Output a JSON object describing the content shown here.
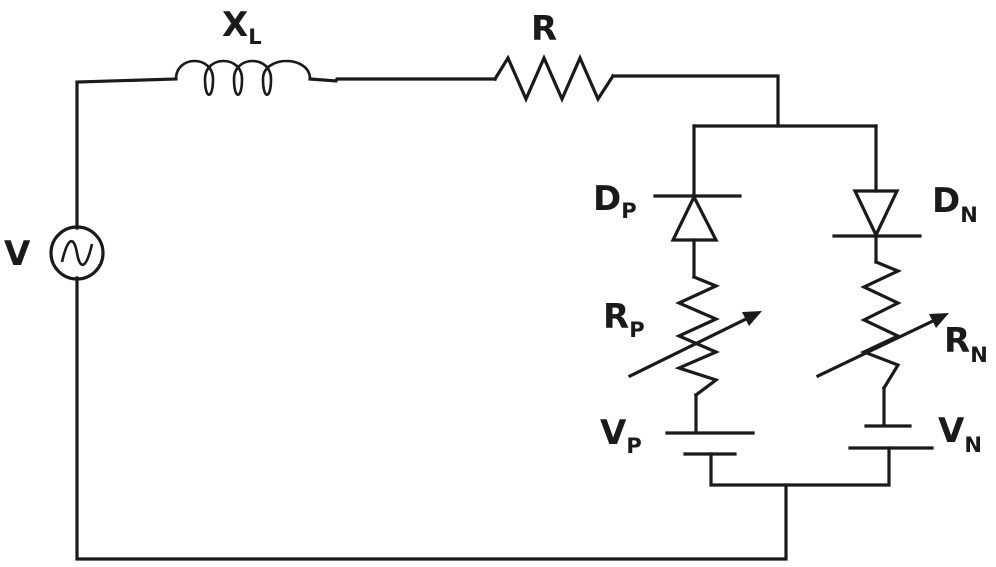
{
  "labels": {
    "source": "V",
    "inductor": {
      "main": "X",
      "sub": "L"
    },
    "resistor": "R",
    "diode_p": {
      "main": "D",
      "sub": "P"
    },
    "diode_n": {
      "main": "D",
      "sub": "N"
    },
    "rheostat_p": {
      "main": "R",
      "sub": "P"
    },
    "rheostat_n": {
      "main": "R",
      "sub": "N"
    },
    "battery_p": {
      "main": "V",
      "sub": "P"
    },
    "battery_n": {
      "main": "V",
      "sub": "N"
    }
  },
  "colors": {
    "ink": "#1a1a1a",
    "background": "#ffffff"
  }
}
